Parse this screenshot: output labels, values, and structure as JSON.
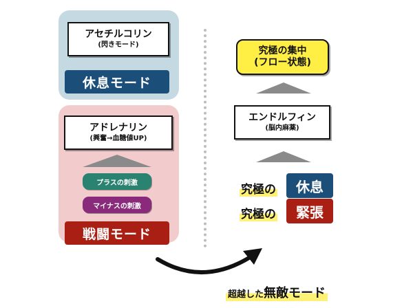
{
  "left": {
    "rest_panel": {
      "acetylcholine": {
        "title": "アセチルコリン",
        "subtitle": "(閃きモード)"
      },
      "mode_label": "休息モード"
    },
    "battle_panel": {
      "adrenaline": {
        "title": "アドレナリン",
        "subtitle": "(興奮→血糖値UP)"
      },
      "plus_stimulus": "プラスの刺激",
      "minus_stimulus": "マイナスの刺激",
      "mode_label": "戦闘モード"
    }
  },
  "right": {
    "focus": {
      "title": "究極の集中",
      "subtitle": "(フロー状態)"
    },
    "endorphin": {
      "title": "エンドルフィン",
      "subtitle": "(脳内麻薬)"
    },
    "ultimate_rest": {
      "prefix": "究極の",
      "tag": "休息"
    },
    "ultimate_tension": {
      "prefix": "究極の",
      "tag": "緊張"
    }
  },
  "caption": {
    "small": "超越した",
    "large": "無敵モード"
  },
  "colors": {
    "rest_blue": "#1b4f7a",
    "battle_red": "#aa1f14",
    "rest_panel": "#c5d9e3",
    "battle_panel": "#f2cccc",
    "plus_green": "#2a8270",
    "minus_purple": "#8a2a7a",
    "focus_yellow": "#ffee44",
    "highlight_yellow": "#fff176"
  }
}
